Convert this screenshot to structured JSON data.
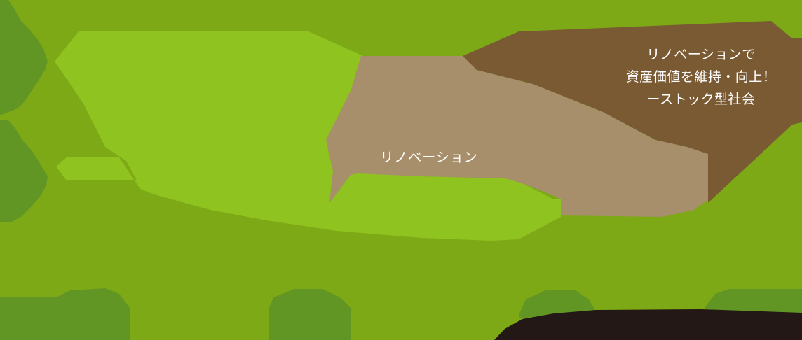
{
  "colors": {
    "background_green": "#7da916",
    "side_box_green": "#629624",
    "light_green": "#8fc31f",
    "light_brown": "#a88f6b",
    "dark_brown": "#7a5a33",
    "footer_dark": "#231815",
    "label_text": "#ffffff"
  },
  "labels": {
    "renovation": "リノベーション",
    "stock_society": {
      "line1": "リノベーションで",
      "line2": "資産価値を維持・向上！",
      "line3": "ーストック型社会"
    }
  }
}
